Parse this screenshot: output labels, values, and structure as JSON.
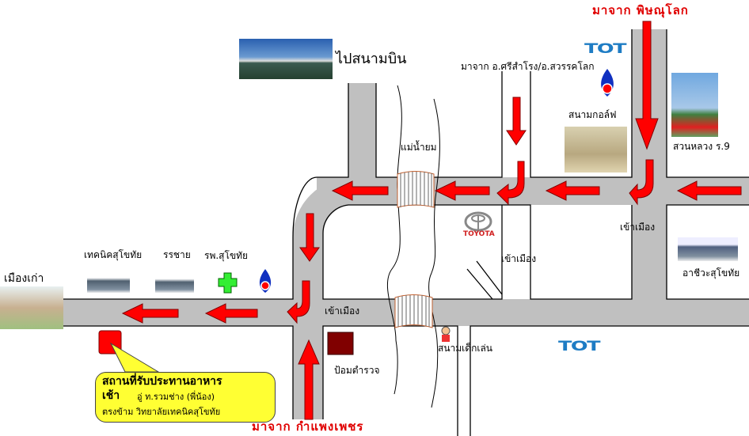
{
  "title_from_north": "มาจาก พิษณุโลก",
  "title_from_south": "มาจาก กำแพงเพชร",
  "from_srisamrong": "มาจาก อ.ศรีสำโรง/อ.สวรรคโลก",
  "to_airport": "ไปสนามบิน",
  "river": "แม่น้ำยม",
  "to_city_labels": [
    "เข้าเมือง",
    "เข้าเมือง",
    "เข้าเมือง"
  ],
  "landmarks": {
    "golf": "สนามกอล์ฟ",
    "park": "สวนหลวง ร.9",
    "vocational": "อาชีวะสุโขทัย",
    "playground": "สนามเด็กเล่น",
    "police": "ป้อมตำรวจ",
    "old_city": "เมืองเก่า",
    "technical_college": "เทคนิคสุโขทัย",
    "school": "รรชาย",
    "hospital": "รพ.สุโขทัย",
    "toyota": "TOYOTA",
    "tot": "TOT"
  },
  "callout": {
    "line1": "สถานที่รับประทานอาหาร",
    "line2a": "เช้า",
    "line2b": "อู่ ท.รวมช่าง (พี่น้อง)",
    "line3": "ตรงข้าม วิทยาลัยเทคนิคสุโขทัย"
  },
  "colors": {
    "road": "#c0c0c0",
    "arrow": "#ff0000",
    "callout": "#ffff33",
    "police": "#800000",
    "hospital": "#33ee33"
  }
}
